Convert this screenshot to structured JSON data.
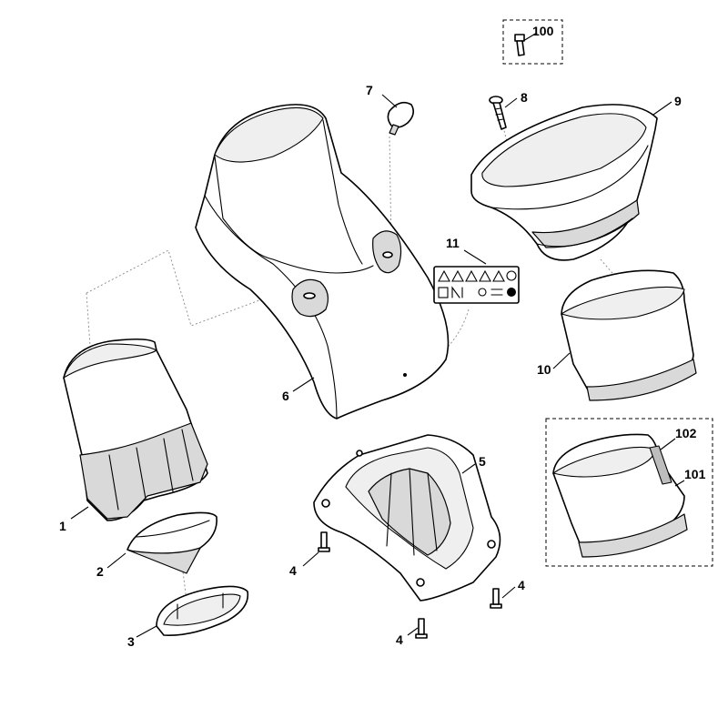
{
  "callouts": [
    {
      "id": "c100",
      "label": "100"
    },
    {
      "id": "c7",
      "label": "7"
    },
    {
      "id": "c8",
      "label": "8"
    },
    {
      "id": "c9",
      "label": "9"
    },
    {
      "id": "c11",
      "label": "11"
    },
    {
      "id": "c6",
      "label": "6"
    },
    {
      "id": "c10",
      "label": "10"
    },
    {
      "id": "c102",
      "label": "102"
    },
    {
      "id": "c101",
      "label": "101"
    },
    {
      "id": "c5",
      "label": "5"
    },
    {
      "id": "c1",
      "label": "1"
    },
    {
      "id": "c2",
      "label": "2"
    },
    {
      "id": "c3",
      "label": "3"
    },
    {
      "id": "c4a",
      "label": "4"
    },
    {
      "id": "c4b",
      "label": "4"
    },
    {
      "id": "c4c",
      "label": "4"
    }
  ],
  "colors": {
    "line": "#000000",
    "shade": "#d9d9d9",
    "leader_dotted": "#888888",
    "background": "#ffffff"
  }
}
